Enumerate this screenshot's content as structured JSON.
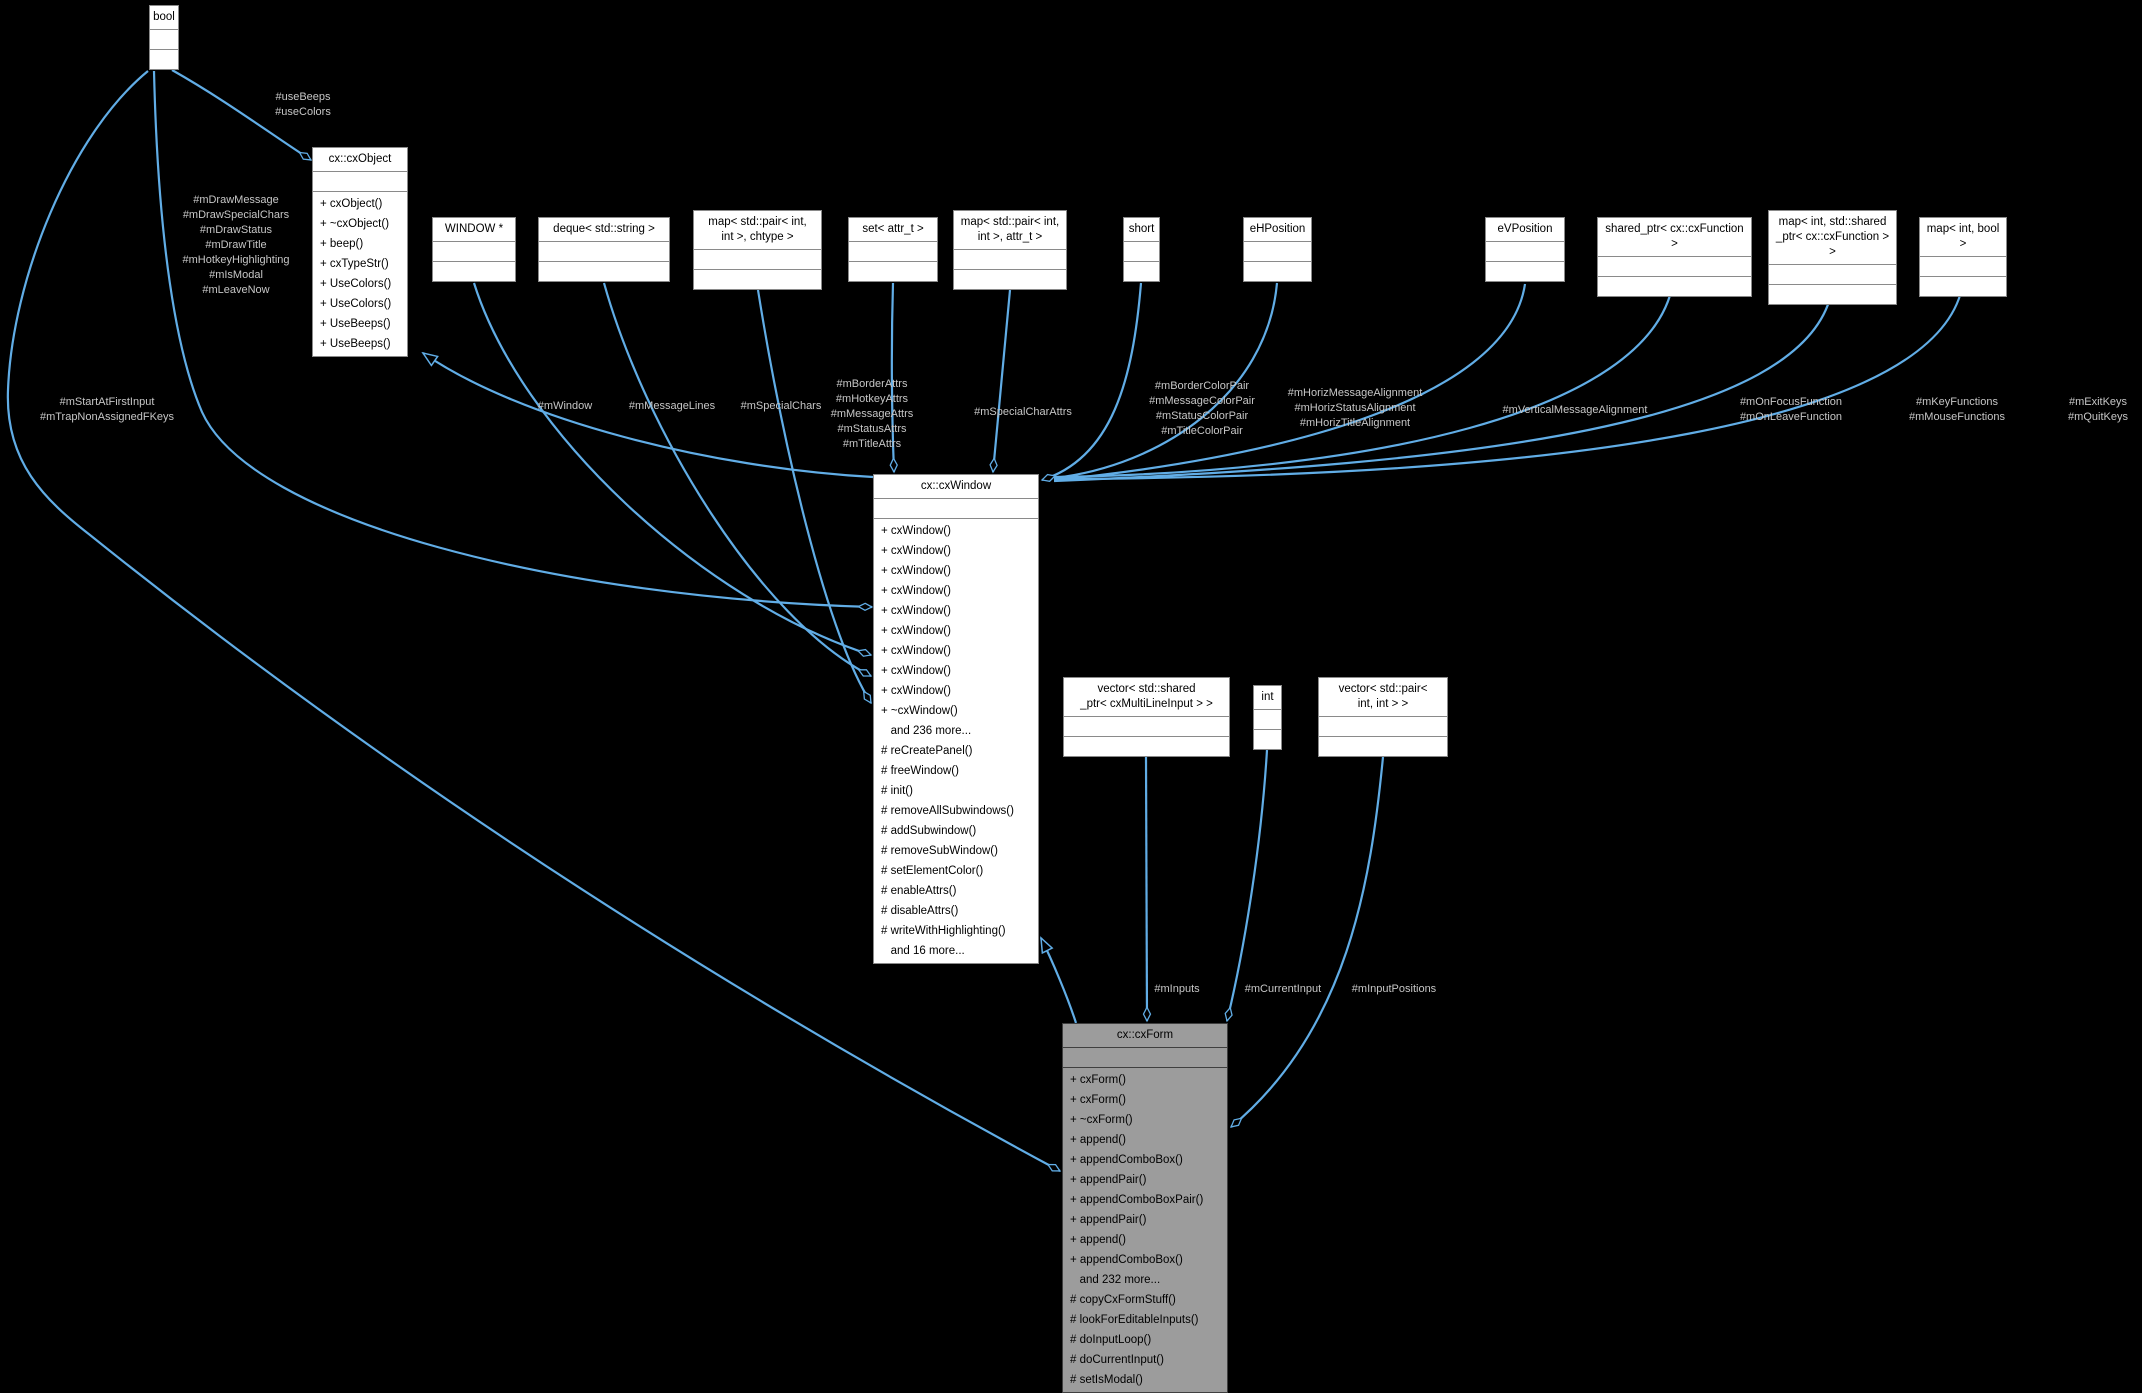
{
  "diagram": {
    "type": "uml-collaboration-graph",
    "focus_class": "cx::cxForm",
    "colors": {
      "background": "#000000",
      "edge": "#61ade6",
      "edge_label_text": "#c6c6c6",
      "node_background": "#ffffff",
      "node_border": "#8a8a8a",
      "node_text": "#000000",
      "focus_node_background": "#9c9c9c",
      "focus_node_border": "#3f3f3f"
    }
  },
  "nodes": {
    "bool": {
      "title": "bool"
    },
    "cxobject": {
      "title": "cx::cxObject",
      "methods": [
        "+ cxObject()",
        "+ ~cxObject()",
        "+ beep()",
        "+ cxTypeStr()",
        "+ UseColors()",
        "+ UseColors()",
        "+ UseBeeps()",
        "+ UseBeeps()"
      ]
    },
    "window_ptr": {
      "title": "WINDOW *"
    },
    "deque_string": {
      "title": "deque< std::string >"
    },
    "map_pair_chtype": {
      "title": "map< std::pair< int,\nint >, chtype >"
    },
    "set_attr": {
      "title": "set< attr_t >"
    },
    "map_pair_attr": {
      "title": "map< std::pair< int,\nint >, attr_t >"
    },
    "short": {
      "title": "short"
    },
    "ehposition": {
      "title": "eHPosition"
    },
    "evposition": {
      "title": "eVPosition"
    },
    "shared_ptr_cxfunction": {
      "title": "shared_ptr< cx::cxFunction >"
    },
    "map_int_shared_ptr": {
      "title": "map< int, std::shared\n_ptr< cx::cxFunction > >"
    },
    "map_int_bool": {
      "title": "map< int, bool >"
    },
    "cxwindow": {
      "title": "cx::cxWindow",
      "methods": [
        "+ cxWindow()",
        "+ cxWindow()",
        "+ cxWindow()",
        "+ cxWindow()",
        "+ cxWindow()",
        "+ cxWindow()",
        "+ cxWindow()",
        "+ cxWindow()",
        "+ cxWindow()",
        "+ ~cxWindow()",
        "   and 236 more...",
        "# reCreatePanel()",
        "# freeWindow()",
        "# init()",
        "# removeAllSubwindows()",
        "# addSubwindow()",
        "# removeSubWindow()",
        "# setElementColor()",
        "# enableAttrs()",
        "# disableAttrs()",
        "# writeWithHighlighting()",
        "   and 16 more..."
      ]
    },
    "vector_multilineinput": {
      "title": "vector< std::shared\n_ptr< cxMultiLineInput > >"
    },
    "int": {
      "title": "int"
    },
    "vector_pair_int": {
      "title": "vector< std::pair<\nint, int > >"
    },
    "cxform": {
      "title": "cx::cxForm",
      "methods": [
        "+ cxForm()",
        "+ cxForm()",
        "+ ~cxForm()",
        "+ append()",
        "+ appendComboBox()",
        "+ appendPair()",
        "+ appendComboBoxPair()",
        "+ appendPair()",
        "+ append()",
        "+ appendComboBox()",
        "   and 232 more...",
        "# copyCxFormStuff()",
        "# lookForEditableInputs()",
        "# doInputLoop()",
        "# doCurrentInput()",
        "# setIsModal()"
      ]
    }
  },
  "edge_labels": {
    "use_flags": [
      "#useBeeps",
      "#useColors"
    ],
    "draw_flags": [
      "#mDrawMessage",
      "#mDrawSpecialChars",
      "#mDrawStatus",
      "#mDrawTitle",
      "#mHotkeyHighlighting",
      "#mIsModal",
      "#mLeaveNow"
    ],
    "form_flags": [
      "#mStartAtFirstInput",
      "#mTrapNonAssignedFKeys"
    ],
    "m_window": [
      "#mWindow"
    ],
    "m_message_lines": [
      "#mMessageLines"
    ],
    "m_special_chars": [
      "#mSpecialChars"
    ],
    "attr_members": [
      "#mBorderAttrs",
      "#mHotkeyAttrs",
      "#mMessageAttrs",
      "#mStatusAttrs",
      "#mTitleAttrs"
    ],
    "m_special_char_attrs": [
      "#mSpecialCharAttrs"
    ],
    "color_pairs": [
      "#mBorderColorPair",
      "#mMessageColorPair",
      "#mStatusColorPair",
      "#mTitleColorPair"
    ],
    "horiz_alignments": [
      "#mHorizMessageAlignment",
      "#mHorizStatusAlignment",
      "#mHorizTitleAlignment"
    ],
    "vert_alignment": [
      "#mVerticalMessageAlignment"
    ],
    "focus_functions": [
      "#mOnFocusFunction",
      "#mOnLeaveFunction"
    ],
    "key_functions": [
      "#mKeyFunctions",
      "#mMouseFunctions"
    ],
    "exit_keys": [
      "#mExitKeys",
      "#mQuitKeys"
    ],
    "m_inputs": [
      "#mInputs"
    ],
    "m_current_input": [
      "#mCurrentInput"
    ],
    "m_input_positions": [
      "#mInputPositions"
    ]
  }
}
